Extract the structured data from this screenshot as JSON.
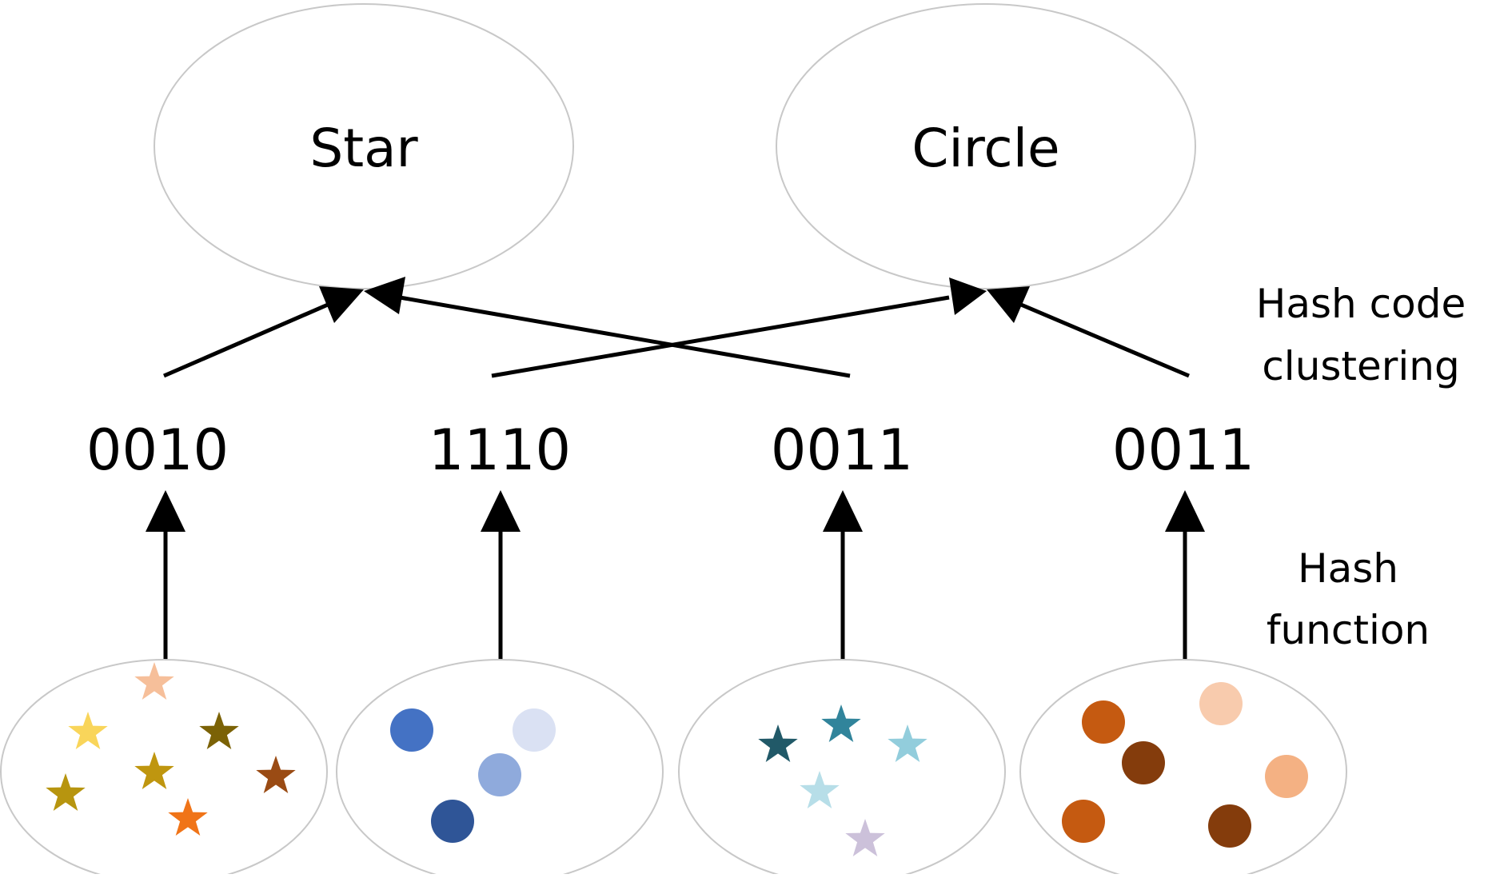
{
  "clusters": [
    {
      "label": "Star"
    },
    {
      "label": "Circle"
    }
  ],
  "codes": [
    "0010",
    "1110",
    "0011",
    "0011"
  ],
  "side_labels": {
    "clustering": [
      "Hash code",
      "clustering"
    ],
    "hash_function": [
      "Hash",
      "function"
    ]
  },
  "groups": [
    {
      "shape": "star",
      "colors": [
        "#f6bf9a",
        "#f9d55a",
        "#7b6206",
        "#bf960f",
        "#b7950f",
        "#9a4b14",
        "#f07418"
      ]
    },
    {
      "shape": "circle",
      "colors": [
        "#4472c4",
        "#dae1f3",
        "#8faadc",
        "#2f5597"
      ]
    },
    {
      "shape": "star",
      "colors": [
        "#215968",
        "#31849b",
        "#92cddc",
        "#b7dee8",
        "#ccc1da"
      ]
    },
    {
      "shape": "circle",
      "colors": [
        "#c55a11",
        "#f8cbad",
        "#843c0c",
        "#f4b183",
        "#c55a11",
        "#843c0c"
      ]
    }
  ],
  "style": {
    "ellipse_stroke": "#c8c8c8",
    "arrow_color": "#000000"
  }
}
